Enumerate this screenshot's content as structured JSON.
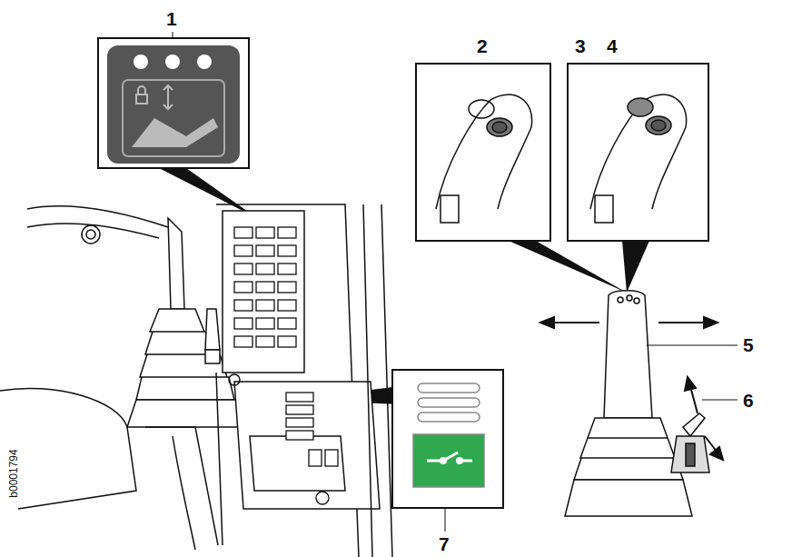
{
  "diagram": {
    "labels": [
      "1",
      "2",
      "3",
      "4",
      "5",
      "6",
      "7",
      "b0001794"
    ]
  }
}
